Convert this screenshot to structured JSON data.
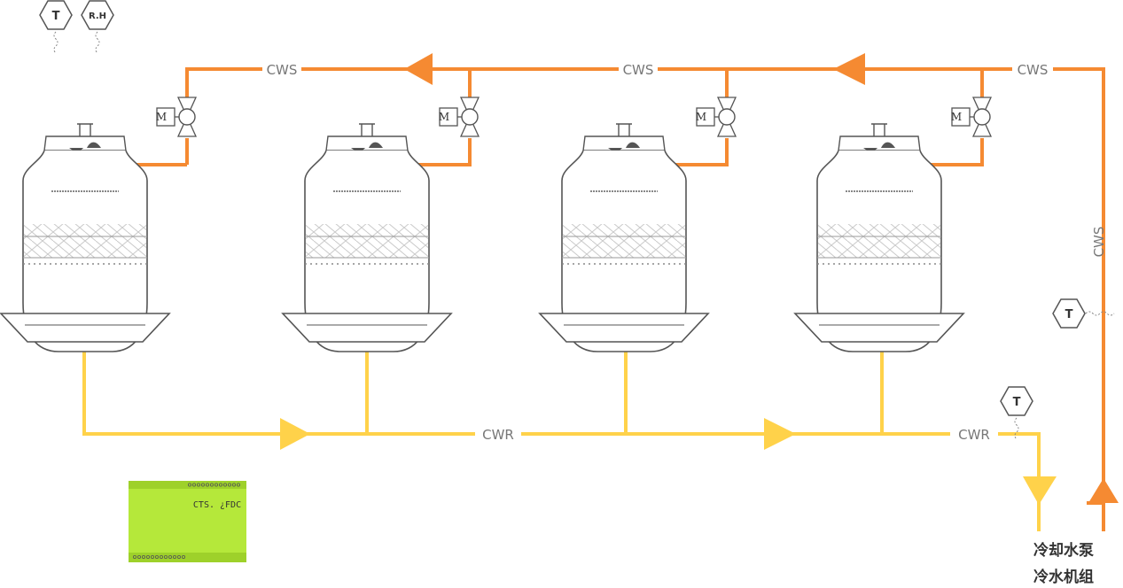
{
  "colors": {
    "supply": "#F58A32",
    "return": "#FFD24A",
    "outline": "#555555",
    "controller": "#B5E83A"
  },
  "labels": {
    "cws_1": "CWS",
    "cws_2": "CWS",
    "cws_3": "CWS",
    "cws_vertical": "CWS",
    "cwr_1": "CWR",
    "cwr_2": "CWR"
  },
  "sensors": {
    "ambient_temp": "T",
    "ambient_humidity": "R.H",
    "supply_temp": "T",
    "return_temp": "T"
  },
  "valve_actuator": "M",
  "controller": {
    "label": "CTS. ¿FDC"
  },
  "equipment": {
    "cooling_pump": "冷却水泵",
    "chiller": "冷水机组"
  },
  "towers": [
    {
      "valve_icon": "motorized-valve-icon"
    },
    {
      "valve_icon": "motorized-valve-icon"
    },
    {
      "valve_icon": "motorized-valve-icon"
    },
    {
      "valve_icon": "motorized-valve-icon"
    }
  ]
}
